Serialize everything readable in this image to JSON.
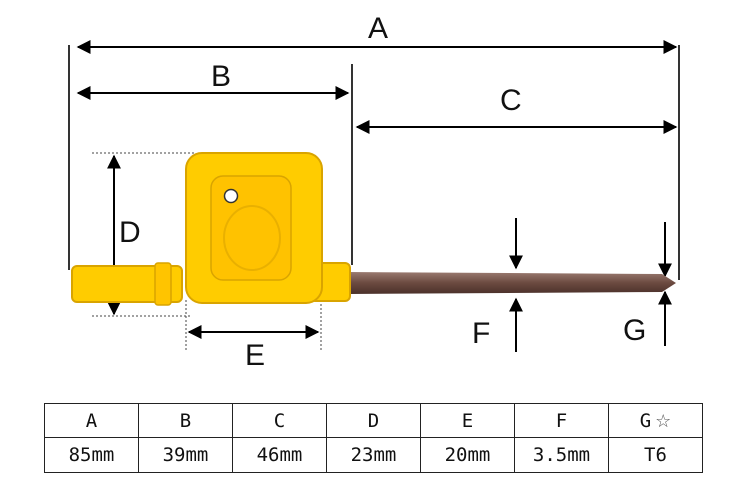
{
  "diagram": {
    "labels": {
      "a": "A",
      "b": "B",
      "c": "C",
      "d": "D",
      "e": "E",
      "f": "F",
      "g": "G"
    },
    "colors": {
      "handle": "#ffcc00",
      "handle_edge": "#d9a400",
      "shaft": "#6b4a40"
    }
  },
  "table": {
    "headers": [
      "A",
      "B",
      "C",
      "D",
      "E",
      "F",
      "G"
    ],
    "values": [
      "85mm",
      "39mm",
      "46mm",
      "23mm",
      "20mm",
      "3.5mm",
      "T6"
    ],
    "header_icon": "star-outline-icon"
  }
}
